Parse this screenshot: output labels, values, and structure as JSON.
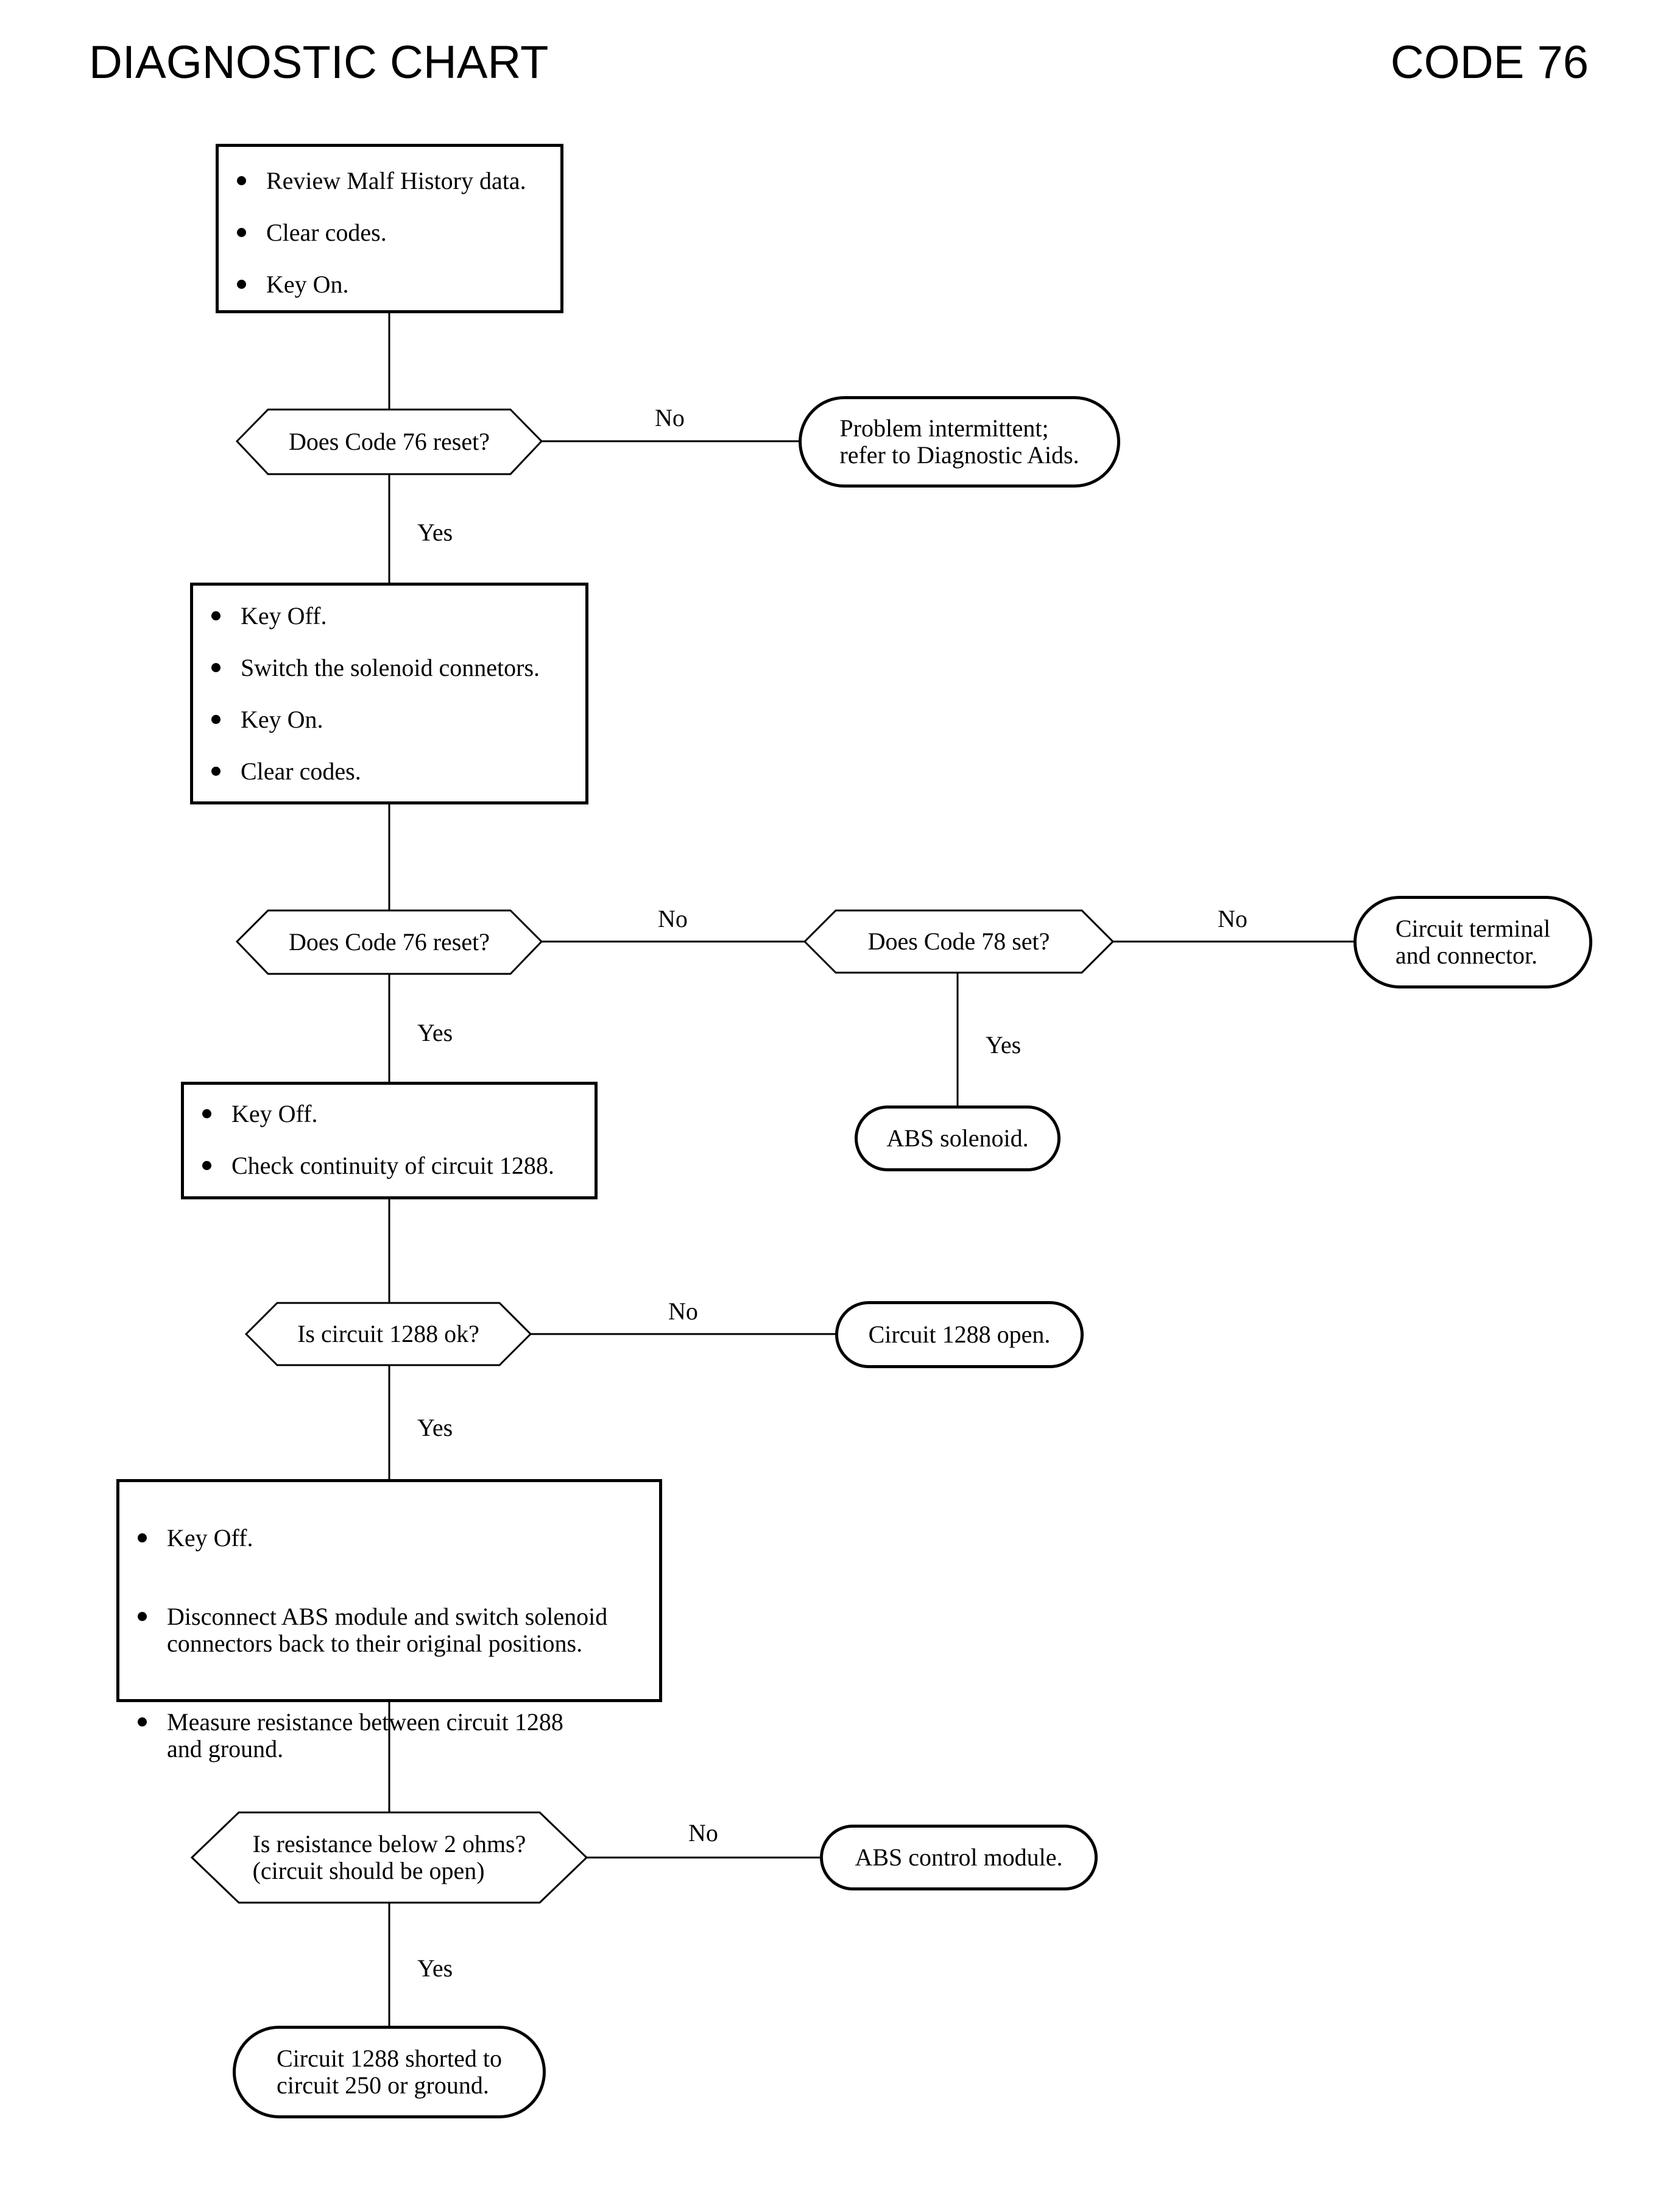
{
  "header": {
    "title": "DIAGNOSTIC CHART",
    "code": "CODE 76"
  },
  "steps": {
    "step1": [
      "Review Malf History data.",
      "Clear codes.",
      "Key On."
    ],
    "step2": [
      "Key Off.",
      "Switch the solenoid connetors.",
      "Key On.",
      "Clear codes."
    ],
    "step3": [
      "Key Off.",
      "Check continuity of circuit 1288."
    ],
    "step4": [
      "Key Off.",
      "Disconnect ABS module and switch solenoid\nconnectors back to their original positions.",
      "Measure resistance between circuit 1288\nand ground."
    ]
  },
  "decisions": {
    "d1": "Does Code 76 reset?",
    "d2": "Does Code 76 reset?",
    "d3": "Does Code 78 set?",
    "d4": "Is circuit 1288 ok?",
    "d5": "Is resistance below 2 ohms?\n(circuit should be open)"
  },
  "terminals": {
    "t1": "Problem intermittent;\nrefer to Diagnostic Aids.",
    "t2": "Circuit terminal\nand connector.",
    "t3": "ABS solenoid.",
    "t4": "Circuit 1288 open.",
    "t5": "ABS control module.",
    "t6": "Circuit 1288 shorted to\ncircuit 250 or ground."
  },
  "labels": {
    "yes": "Yes",
    "no": "No"
  }
}
